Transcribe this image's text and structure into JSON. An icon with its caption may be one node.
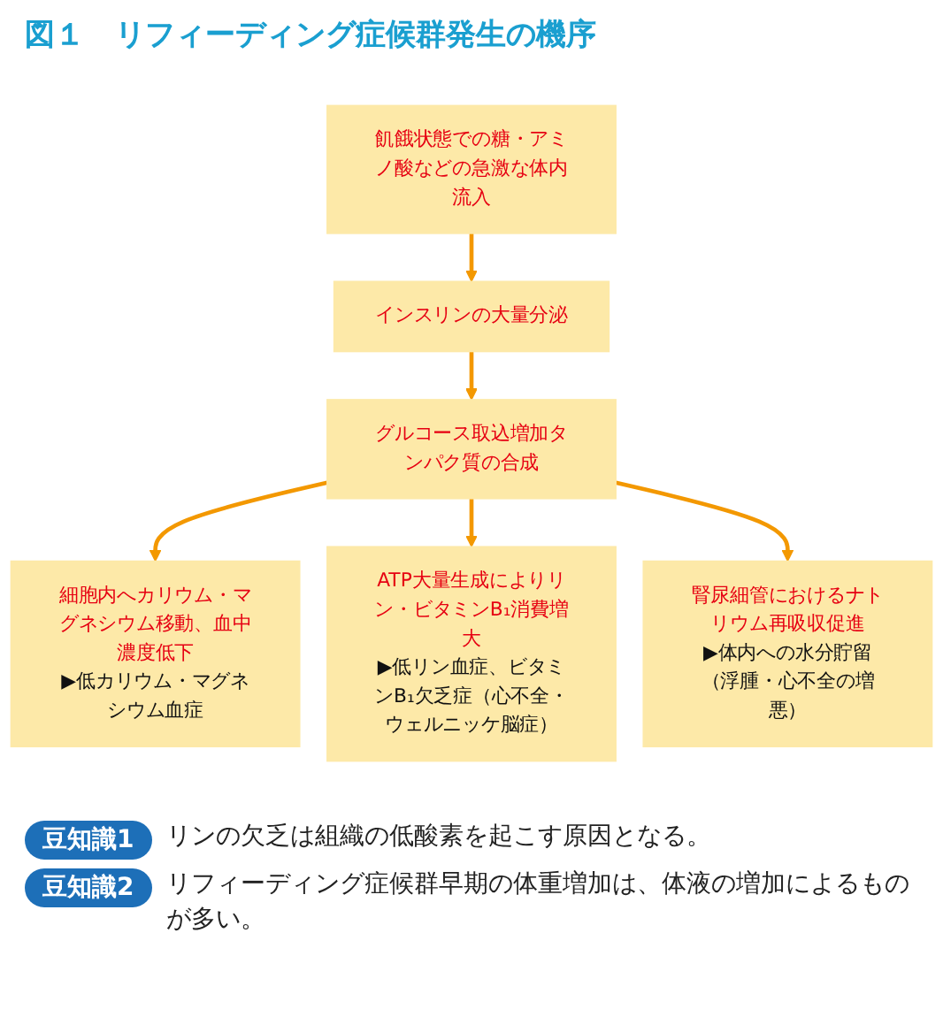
{
  "diagram": {
    "title": "図１　リフィーディング症候群発生の機序",
    "nodes": [
      {
        "text": [
          "飢餓状態での糖・アミノ酸などの急激な体内流入"
        ]
      },
      {
        "text": [
          "インスリンの大量分泌"
        ]
      },
      {
        "text": [
          "グルコース取込増加タンパク質の合成"
        ]
      },
      {
        "text": [
          "細胞内へカリウム・マグネシウム移動、血中濃度低下",
          "▶低カリウム・マグネシウム血症"
        ]
      },
      {
        "text": [
          "ATP大量生成によりリン・ビタミンB₁消費増大",
          "▶低リン血症、ビタミンB₁欠乏症（心不全・ウェルニッケ脳症）"
        ]
      },
      {
        "text": [
          "腎尿細管におけるナトリウム再吸収促進",
          "▶体内への水分貯留（浮腫・心不全の増悪）"
        ]
      }
    ],
    "edges": [
      {
        "from": 0,
        "to": 1,
        "arrow": "to"
      },
      {
        "from": 1,
        "to": 2,
        "arrow": "to"
      },
      {
        "from": 2,
        "to": 3,
        "arrow": "to"
      },
      {
        "from": 2,
        "to": 4,
        "arrow": "to"
      },
      {
        "from": 2,
        "to": 5,
        "arrow": "to"
      }
    ],
    "labels": [
      "豆知識1",
      "リンの欠乏は組織の低酸素を起こす原因となる。",
      "豆知識2",
      "リフィーディング症候群早期の体重増加は、体液の増加によるものが多い。"
    ]
  }
}
